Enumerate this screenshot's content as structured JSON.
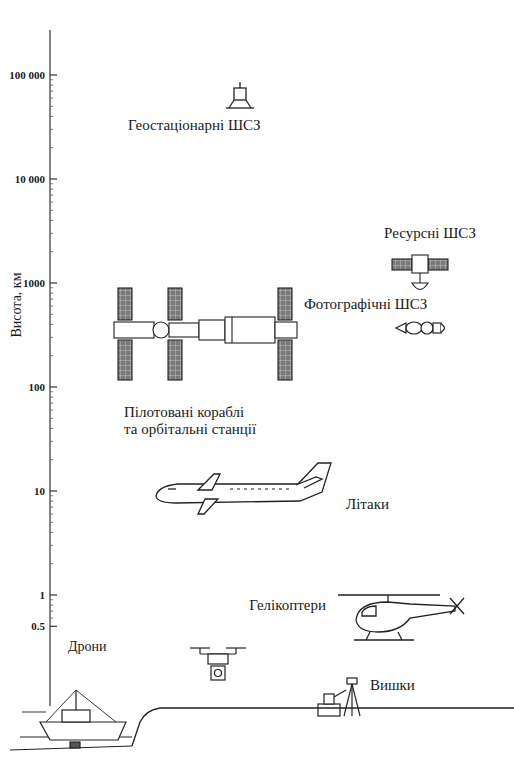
{
  "diagram": {
    "labels": [
      "100 000",
      "10 000",
      "1000",
      "100",
      "10",
      "1",
      "0.5",
      "Висота, км",
      "Геостаціонарні ШСЗ",
      "Ресурсні ШСЗ",
      "Фотографічні ШСЗ",
      "Пілотовані кораблі та орбітальні станції",
      "Літаки",
      "Гелікоптери",
      "Дрони",
      "Вишки"
    ]
  }
}
